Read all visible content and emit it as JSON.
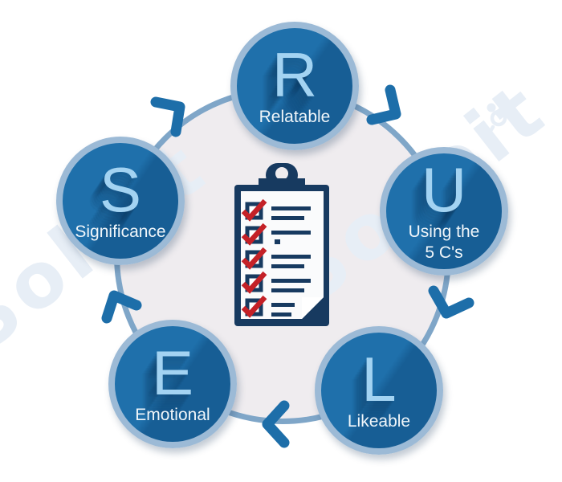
{
  "diagram": {
    "acronym": "RULES",
    "center_icon": "checklist-clipboard",
    "bubbles": [
      {
        "letter": "R",
        "label": "Relatable"
      },
      {
        "letter": "U",
        "label": "Using the\n5 C's"
      },
      {
        "letter": "L",
        "label": "Likeable"
      },
      {
        "letter": "E",
        "label": "Emotional"
      },
      {
        "letter": "S",
        "label": "Significance"
      }
    ],
    "flow": "clockwise",
    "arrow_count": 5
  },
  "watermark": {
    "fragments": {
      "a1": "Solo",
      "a2": "it",
      "b1": "So",
      "b2": "oit"
    },
    "color": "#e7eef6"
  },
  "colors": {
    "bubble_fill": "#1d6ea8",
    "bubble_ring": "#9cbad6",
    "bubble_letter": "#a3d3f2",
    "label_text": "#f0f6fa",
    "cycle_ring_stroke": "#7fa6c8",
    "cycle_ring_fill": "#efecef",
    "arrow": "#1d6ea9",
    "clipboard_navy": "#173a60",
    "check_red": "#c42127",
    "paper": "#fafbfc"
  }
}
